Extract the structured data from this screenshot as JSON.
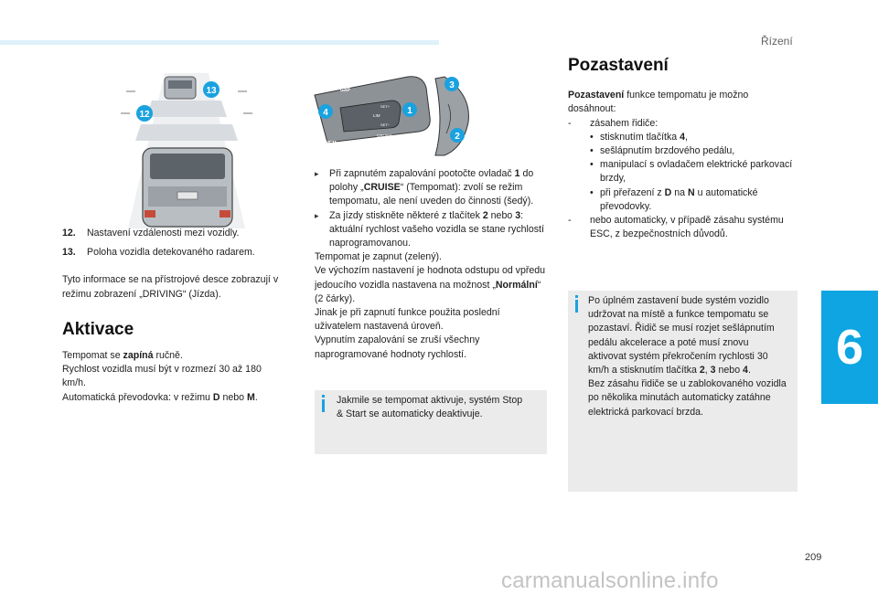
{
  "header": {
    "section": "Řízení"
  },
  "chapter": "6",
  "page_number": "209",
  "watermark": "carmanualsonline.info",
  "left": {
    "callouts": [
      {
        "num": "12.",
        "text": "Nastavení vzdálenosti mezi vozidly."
      },
      {
        "num": "13.",
        "text": "Poloha vozidla detekovaného radarem."
      }
    ],
    "info_text": "Tyto informace se na přístrojové desce zobrazují v režimu zobrazení „DRIVING“ (Jízda).",
    "heading": "Aktivace",
    "p1_a": "Tempomat se ",
    "p1_b": "zapíná",
    "p1_c": " ručně.",
    "p2": "Rychlost vozidla musí být v rozmezí 30 až 180 km/h.",
    "p3_a": "Automatická převodovka: v režimu ",
    "p3_b": "D",
    "p3_c": " nebo ",
    "p3_d": "M",
    "p3_e": ".",
    "fig_labels": {
      "a": "13",
      "b": "12"
    }
  },
  "middle": {
    "fig_labels": {
      "a": "3",
      "b": "4",
      "c": "1",
      "d": "2"
    },
    "stalk_text": {
      "gap": "GAP",
      "lim": "LIM",
      "cruise": "CRUISE",
      "mem": "MEM",
      "set_plus": "SET+",
      "set_minus": "SET−"
    },
    "bullet1_a": "Při zapnutém zapalování pootočte ovladač ",
    "bullet1_b": "1",
    "bullet1_c": " do polohy „",
    "bullet1_d": "CRUISE",
    "bullet1_e": "“ (Tempomat): zvolí se režim tempomatu, ale není uveden do činnosti (šedý).",
    "bullet2_a": "Za jízdy stiskněte některé z tlačítek ",
    "bullet2_b": "2",
    "bullet2_c": " nebo ",
    "bullet2_d": "3",
    "bullet2_e": ": aktuální rychlost vašeho vozidla se stane rychlostí naprogramovanou.",
    "line3": "Tempomat je zapnut (zelený).",
    "line4_a": "Ve výchozím nastavení je hodnota odstupu od vpředu jedoucího vozidla nastavena na možnost „",
    "line4_b": "Normální",
    "line4_c": "“ (2 čárky).",
    "line5": "Jinak je při zapnutí funkce použita poslední uživatelem nastavená úroveň.",
    "line6": "Vypnutím zapalování se zruší všechny naprogramované hodnoty rychlostí.",
    "note": "Jakmile se tempomat aktivuje, systém Stop & Start se automaticky deaktivuje."
  },
  "right": {
    "heading": "Pozastavení",
    "intro_a": "Pozastavení",
    "intro_b": " funkce tempomatu je možno dosáhnout:",
    "dash1": "zásahem řidiče:",
    "bullets": [
      {
        "a": "stisknutím tlačítka ",
        "b": "4",
        "c": ","
      },
      {
        "a": "sešlápnutím brzdového pedálu,",
        "b": "",
        "c": ""
      },
      {
        "a": "manipulací s ovladačem elektrické parkovací brzdy,",
        "b": "",
        "c": ""
      }
    ],
    "bullet4_a": "při přeřazení z ",
    "bullet4_b": "D",
    "bullet4_c": " na ",
    "bullet4_d": "N",
    "bullet4_e": " u automatické převodovky.",
    "dash2": "nebo automaticky, v případě zásahu systému ESC, z bezpečnostních důvodů.",
    "note_a": "Po úplném zastavení bude systém vozidlo udržovat na místě a funkce tempomatu se pozastaví. Řidič se musí rozjet sešlápnutím pedálu akcelerace a poté musí znovu aktivovat systém překročením rychlosti 30 km/h a stisknutím tlačítka ",
    "note_b": "2",
    "note_c": ", ",
    "note_d": "3",
    "note_e": " nebo ",
    "note_f": "4",
    "note_g": ".",
    "note2": "Bez zásahu řidiče se u zablokovaného vozidla po několika minutách automaticky zatáhne elektrická parkovací brzda."
  },
  "colors": {
    "accent": "#0ea5e2",
    "note_bg": "#ebebeb",
    "callout": "#1aa2e0"
  }
}
